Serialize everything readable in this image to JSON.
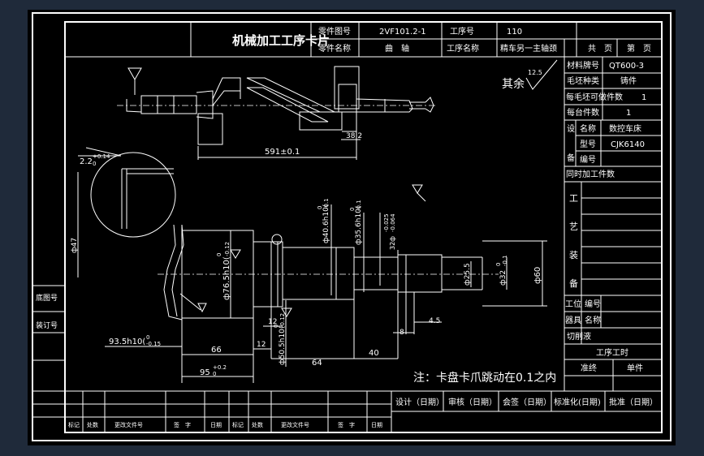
{
  "title": "机械加工工序卡片",
  "header": {
    "part_no_label": "零件图号",
    "part_no": "2VF101.2-1",
    "op_no_label": "工序号",
    "op_no": "110",
    "part_name_label": "零件名称",
    "part_name": "曲　轴",
    "op_name_label": "工序名称",
    "op_name": "精车另一主轴颈",
    "total_pages": "共　页",
    "page": "第　页"
  },
  "side_table": {
    "material_label": "材料牌号",
    "material": "QT600-3",
    "blank_type_label": "毛坯种类",
    "blank_type": "铸件",
    "parts_per_blank_label": "每毛坯可做件数",
    "parts_per_blank": "1",
    "parts_per_station_label": "每台件数",
    "parts_per_station": "1",
    "equipment_label_1": "设",
    "equipment_label_2": "备",
    "name_label": "名称",
    "equip_name": "数控车床",
    "model_label": "型号",
    "equip_model": "CJK6140",
    "number_label": "编号",
    "simultaneous_label": "同时加工件数",
    "process_chars": [
      "工",
      "艺",
      "装",
      "备"
    ],
    "fixture_label_1": "工位",
    "fixture_label_2": "器具",
    "fixture_number": "编号",
    "fixture_name": "名称",
    "coolant": "切削液",
    "hours_title": "工序工时",
    "hours_quasi": "准终",
    "hours_unit": "单件"
  },
  "left_block": {
    "base_drawing_no": "底图号",
    "binding_no": "装订号"
  },
  "signoff": {
    "design": "设计（日期）",
    "review": "审核（日期）",
    "countersign": "会签（日期）",
    "standard": "标准化(日期)",
    "approve": "批准（日期）"
  },
  "revision_row": [
    "标记",
    "处数",
    "更改文件号",
    "签　字",
    "日期",
    "标记",
    "处数",
    "更改文件号",
    "签　字",
    "日期"
  ],
  "surface_note": "其余",
  "roughness_rest": "12.5",
  "note": "注：卡盘卡爪跳动在0.1之内",
  "dims": {
    "top_len": "591±0.1",
    "top_small": "38.2",
    "detail_a": "2.2",
    "detail_a_tol": "+0.14",
    "detail_a_tol2": "0",
    "detail_dia": "ф47",
    "dia_76": "ф76.5h10(",
    "dia_76_tol": "0",
    "dia_76_tol2": "-0.12",
    "dia_40": "ф40.6h10(",
    "dia_40_tol": "0",
    "dia_40_tol2": "-0.1",
    "dia_35": "ф35.6h10(",
    "dia_35_tol": "0",
    "dia_35_tol2": "-0.1",
    "dia_32b": "32ф",
    "dia_32b_tol": "-0.025",
    "dia_32b_tol2": "-0.064",
    "dia_60": "ф60",
    "dia_25": "ф25.5",
    "dia_32": "ф32",
    "dia_32_tol": "0",
    "dia_32_tol2": "-0.1",
    "dia_50": "ф50.5h10(",
    "dia_50_tol": "0",
    "dia_50_tol2": "-0.12",
    "len_93": "93.5h10(",
    "len_93_tol": "0",
    "len_93_tol2": "-0.15",
    "len_66": "66",
    "len_12a": "12",
    "len_12b": "12",
    "len_64": "64",
    "len_40": "40",
    "len_8": "8",
    "len_4_5": "4.5",
    "len_95": "95",
    "len_95_tol": "+0.2",
    "len_95_tol2": "0"
  }
}
